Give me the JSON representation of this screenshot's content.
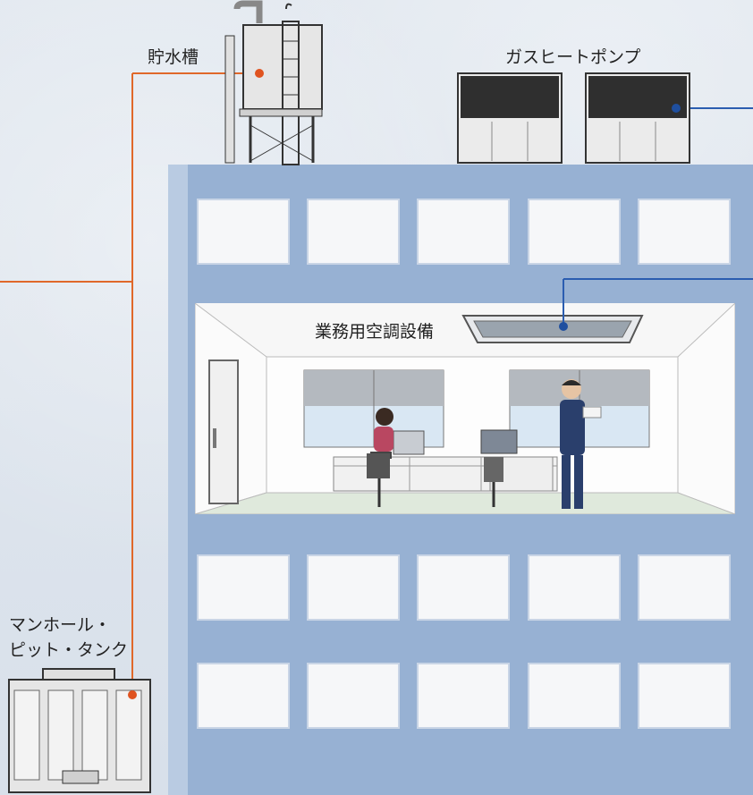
{
  "labels": {
    "water_tank": "貯水槽",
    "gas_heat_pump": "ガスヒートポンプ",
    "commercial_ac": "業務用空調設備",
    "manhole_line1": "マンホール・",
    "manhole_line2": "ピット・タンク"
  },
  "colors": {
    "orange_line": "#e0682a",
    "blue_line": "#2b5db0",
    "building": "#97b1d3",
    "marker_orange": "#e0531f",
    "marker_blue": "#1f4f9f"
  },
  "icons": [
    "water-tank-icon",
    "gas-heat-pump-icon",
    "ceiling-ac-icon",
    "underground-tank-icon",
    "office-worker-icon",
    "businessman-icon"
  ]
}
